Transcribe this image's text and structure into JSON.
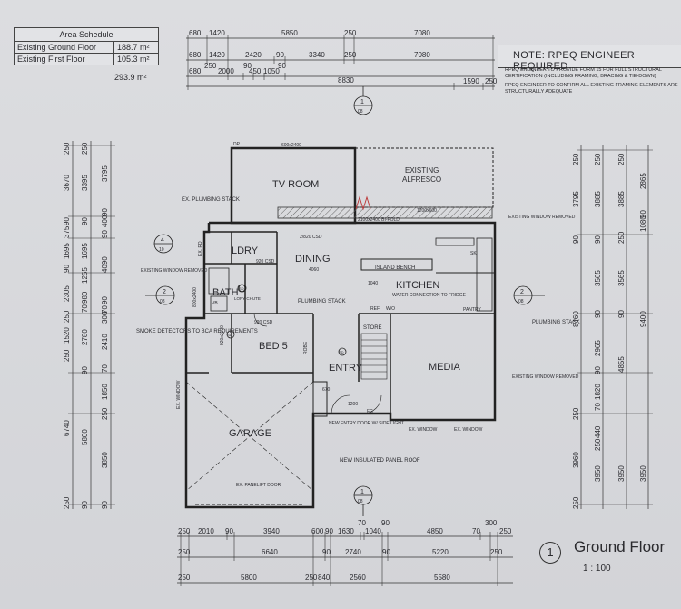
{
  "area_schedule": {
    "title": "Area Schedule",
    "rows": [
      {
        "label": "Existing Ground Floor",
        "value": "188.7 m²"
      },
      {
        "label": "Existing First Floor",
        "value": "105.3 m²"
      }
    ],
    "total": "293.9 m²"
  },
  "note": {
    "heading": "NOTE:  RPEQ ENGINEER REQUIRED",
    "lines": [
      "RPEQ ENGINEER TO PROVIDE FORM 15 FOR FULL STRUCTURAL CERTIFICATION (INCLUDING FRAMING, BRACING & TIE-DOWN)",
      "RPEQ ENGINEER TO CONFIRM ALL EXISTING FRAMING ELEMENTS ARE STRUCTURALLY ADEQUATE"
    ]
  },
  "rooms": {
    "tv_room": "TV ROOM",
    "alfresco_1": "EXISTING",
    "alfresco_2": "ALFRESCO",
    "ldry": "LDRY",
    "dining": "DINING",
    "kitchen": "KITCHEN",
    "bath": "BATH",
    "bed5": "BED 5",
    "entry": "ENTRY",
    "media": "MEDIA",
    "garage": "GARAGE",
    "store": "STORE"
  },
  "labels": {
    "plumbing_stack_1": "EX. PLUMBING STACK",
    "plumbing_stack_2": "PLUMBING STACK",
    "plumbing_stack_3": "PLUMBING STACK",
    "existing_window_removed_1": "EXISTING WINDOW REMOVED",
    "existing_window_removed_2": "EXISTING WINDOW REMOVED",
    "existing_window_removed_3": "EXISTING WINDOW REMOVED",
    "smoke_detectors": "SMOKE DETECTORS TO BCA REQUIREMENTS",
    "island_bench": "ISLAND BENCH",
    "water_connection": "WATER CONNECTION TO FRIDGE",
    "pantry": "PANTRY",
    "new_entry_door": "NEW ENTRY DOOR W/ SIDE LIGHT",
    "new_panel_roof": "NEW INSULATED PANEL ROOF",
    "panelift": "EX. PANELIFT DOOR",
    "ex_window_1": "EX. WINDOW",
    "ex_window_2": "EX. WINDOW",
    "ex_window_3": "EX. WINDOW",
    "bifold": "2100x2400 BI-FOLD",
    "csd_1": "2/820 CSD",
    "csd_2": "920 CSD",
    "csd_3": "920 CSD",
    "lory_chute": "LORY CHUTE",
    "robe": "ROBE",
    "dp": "DP",
    "sk": "SK",
    "fg": "FG",
    "ref": "REF",
    "wo": "W/O",
    "vb": "VB",
    "ex_rd": "EX. RD",
    "size_800": "800x2400",
    "size_600": "600x2400",
    "size_920": "920x2100",
    "size_1200": "1200x600",
    "d_4060": "4060",
    "d_1040": "1040",
    "d_670": "670",
    "d_1200": "1200",
    "sd_1": "SD",
    "sd_2": "SD",
    "sd_3": "SD"
  },
  "callouts": [
    {
      "num": "1",
      "ref": "08"
    },
    {
      "num": "2",
      "ref": "08"
    },
    {
      "num": "4",
      "ref": "10"
    },
    {
      "num": "2",
      "ref": "08"
    },
    {
      "num": "1",
      "ref": "08"
    }
  ],
  "dims": {
    "top1": [
      "680",
      "1420",
      "5850",
      "250",
      "7080"
    ],
    "top2": [
      "680",
      "1420",
      "2420",
      "90",
      "3340",
      "250",
      "7080"
    ],
    "top3": [
      "680",
      "250",
      "2000",
      "90",
      "450",
      "1050",
      "90"
    ],
    "top4": [
      "8830",
      "1590",
      "250"
    ],
    "bot1": [
      "250",
      "2010",
      "90",
      "3940",
      "600",
      "90",
      "1630",
      "70",
      "1040",
      "90",
      "4850",
      "70",
      "300",
      "250"
    ],
    "bot2": [
      "250",
      "6640",
      "90",
      "2740",
      "90",
      "5220",
      "250"
    ],
    "bot3": [
      "250",
      "5800",
      "250",
      "840",
      "2560",
      "5580"
    ],
    "left1": [
      "250",
      "3670",
      "90",
      "375",
      "1695",
      "90",
      "2305",
      "250",
      "1520",
      "250",
      "6740",
      "250"
    ],
    "left2": [
      "250",
      "3395",
      "90",
      "1695",
      "1255",
      "980",
      "70",
      "2780",
      "90",
      "5800",
      "90"
    ],
    "left3": [
      "3795",
      "90",
      "400",
      "90",
      "4090",
      "90",
      "70",
      "300",
      "2410",
      "70",
      "1850",
      "250",
      "3850",
      "90"
    ],
    "right1": [
      "250",
      "3795",
      "90",
      "8460",
      "250",
      "3960",
      "250"
    ],
    "right2": [
      "250",
      "3885",
      "90",
      "3565",
      "90",
      "2965",
      "90",
      "1820",
      "70",
      "440",
      "250",
      "3950"
    ],
    "right3": [
      "250",
      "3885",
      "250",
      "3565",
      "90",
      "4855",
      "3950"
    ],
    "right4": [
      "2865",
      "90",
      "1080",
      "9400",
      "3950"
    ]
  },
  "title_block": {
    "number": "1",
    "name": "Ground Floor",
    "scale": "1 : 100"
  }
}
